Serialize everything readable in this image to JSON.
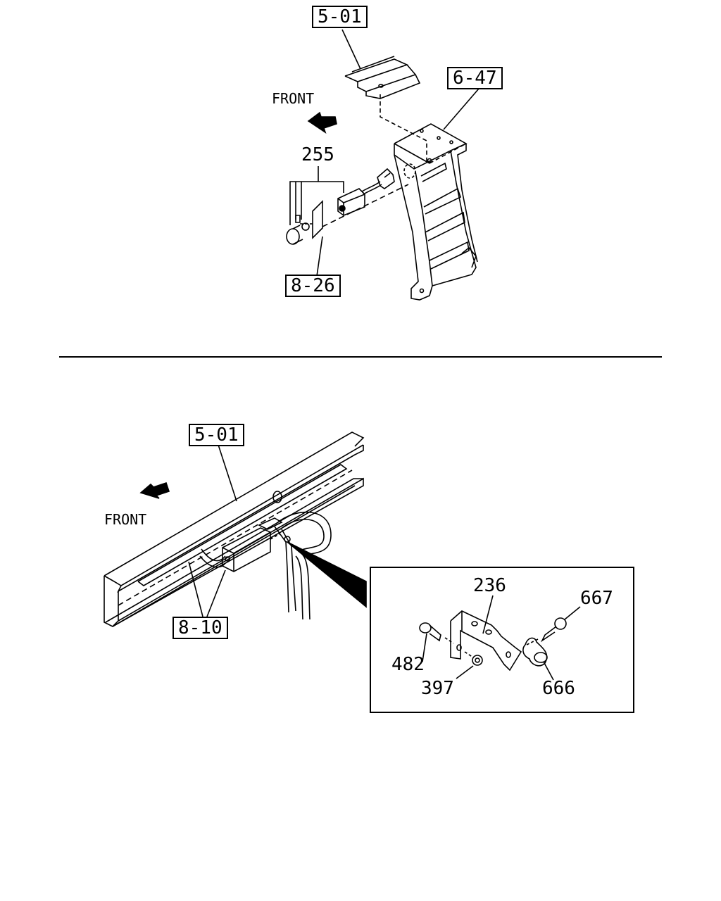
{
  "top": {
    "ref_5_01": "5-01",
    "ref_6_47": "6-47",
    "front": "FRONT",
    "part_255": "255",
    "ref_8_26": "8-26"
  },
  "bottom": {
    "ref_5_01": "5-01",
    "front": "FRONT",
    "ref_8_10": "8-10"
  },
  "detail": {
    "part_236": "236",
    "part_667": "667",
    "part_482": "482",
    "part_397": "397",
    "part_666": "666"
  },
  "icons": [
    "front-arrow-icon",
    "front-arrow-icon"
  ]
}
